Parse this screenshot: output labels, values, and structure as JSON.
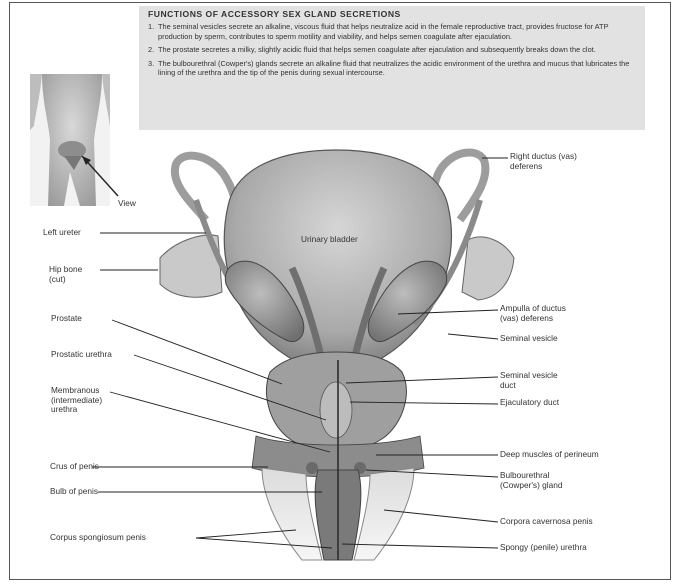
{
  "info_box": {
    "title": "FUNCTIONS OF ACCESSORY SEX GLAND SECRETIONS",
    "items": [
      {
        "num": "1.",
        "text": "The seminal vesicles secrete an alkaline, viscous fluid that helps neutralize acid in the female reproductive tract, provides fructose for ATP production by sperm, contributes to sperm motility and viability, and helps semen coagulate after ejaculation."
      },
      {
        "num": "2.",
        "text": "The prostate secretes a milky, slightly acidic fluid that helps semen coagulate after ejaculation and subsequently breaks down the clot."
      },
      {
        "num": "3.",
        "text": "The bulbourethral (Cowper's) glands secrete an alkaline fluid that neutralizes the acidic environment of the urethra and mucus that lubricates the lining of the urethra and the tip of the penis during sexual intercourse."
      }
    ]
  },
  "labels": {
    "view": "View",
    "left_ureter": "Left ureter",
    "hip_bone": "Hip bone (cut)",
    "prostate": "Prostate",
    "prostatic_urethra": "Prostatic urethra",
    "membranous_urethra": "Membranous (intermediate) urethra",
    "crus_of_penis": "Crus of penis",
    "bulb_of_penis": "Bulb of penis",
    "corpus_spongiosum": "Corpus spongiosum penis",
    "urinary_bladder": "Urinary bladder",
    "right_ductus": "Right ductus (vas) deferens",
    "ampulla": "Ampulla of ductus (vas) deferens",
    "seminal_vesicle": "Seminal vesicle",
    "seminal_vesicle_duct": "Seminal vesicle duct",
    "ejaculatory_duct": "Ejaculatory duct",
    "deep_muscles": "Deep muscles of perineum",
    "bulbourethral_gland": "Bulbourethral (Cowper's) gland",
    "corpora_cavernosa": "Corpora cavernosa penis",
    "spongy_urethra": "Spongy (penile) urethra"
  }
}
